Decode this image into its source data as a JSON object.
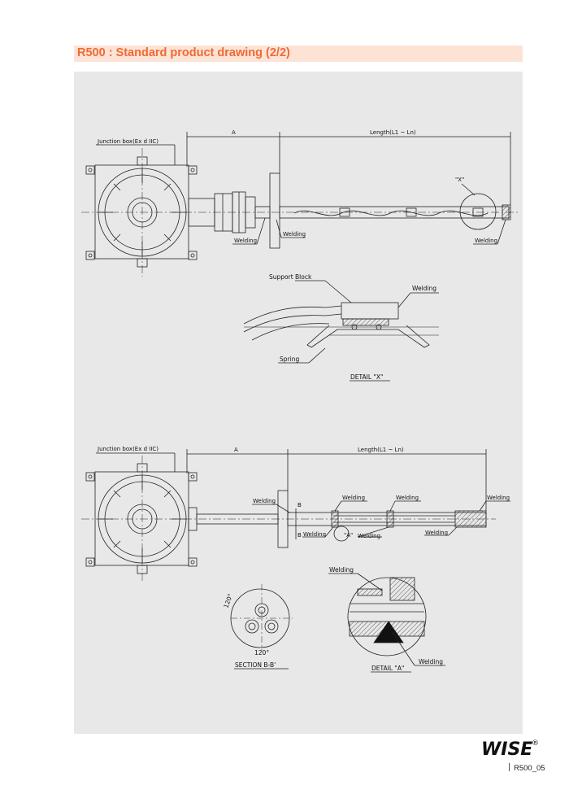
{
  "header": {
    "title": "R500 : Standard product drawing (2/2)"
  },
  "drawing_top": {
    "junction_box": "Junction box(Ex d IIC)",
    "dim_a": "A",
    "dim_length": "Length(L1 ~ Ln)",
    "welding_1": "Welding",
    "welding_2": "Welding",
    "welding_3": "Welding",
    "detail_ref": "\"X\""
  },
  "detail_x": {
    "support_block": "Support Block",
    "welding": "Welding",
    "spring": "Spring",
    "caption": "DETAIL \"X\""
  },
  "drawing_bottom": {
    "junction_box": "Junction box(Ex d IIC)",
    "dim_a": "A",
    "dim_length": "Length(L1 ~ Ln)",
    "dim_b_top": "B",
    "dim_b_bottom": "B",
    "detail_ref": "\"A\"",
    "welding_1": "Welding",
    "welding_2": "Welding",
    "welding_3": "Welding",
    "welding_4": "Welding",
    "welding_5": "Welding",
    "welding_6": "Welding",
    "welding_7": "Welding"
  },
  "section_bb": {
    "angle_1": "120°",
    "angle_2": "120°",
    "caption": "SECTION B-B'"
  },
  "detail_a": {
    "welding_top": "Welding",
    "welding_bottom": "Welding",
    "caption": "DETAIL \"A\""
  },
  "footer": {
    "logo_text": "WISE",
    "registered": "®",
    "page_code": "R500_05"
  },
  "colors": {
    "accent": "#ef6a34",
    "title_band": "#fde3d6",
    "panel": "#e8e8e8",
    "logo": "#e8262c"
  }
}
